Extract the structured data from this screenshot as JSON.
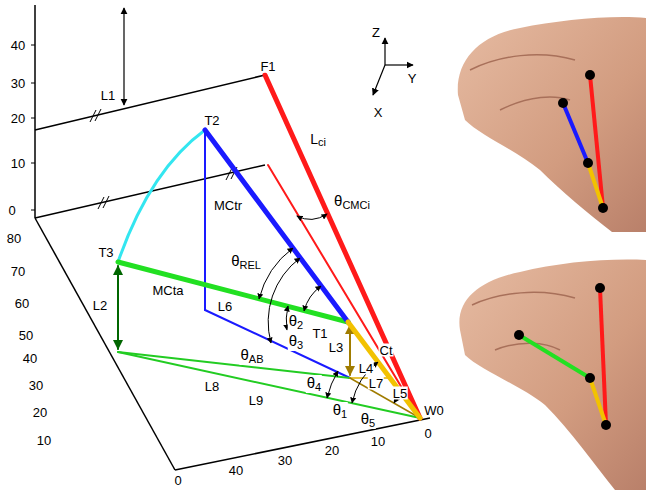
{
  "diagram": {
    "labels": [
      "40",
      "30",
      "20",
      "10",
      "0",
      "L1",
      "F1",
      "Z",
      "Y",
      "X",
      "T2",
      "Lci",
      "θCMCi",
      "MCtr",
      "80",
      "70",
      "60",
      "50",
      "T3",
      "θREL",
      "MCta",
      "L6",
      "θ2",
      "T1",
      "L2",
      "40",
      "L3",
      "θAB",
      "θ3",
      "L4",
      "Ct",
      "30",
      "L8",
      "θ4",
      "L7",
      "L9",
      "20",
      "θ1",
      "L5",
      "θ5",
      "W0",
      "10",
      "0",
      "40",
      "30",
      "20",
      "10",
      "0"
    ]
  }
}
